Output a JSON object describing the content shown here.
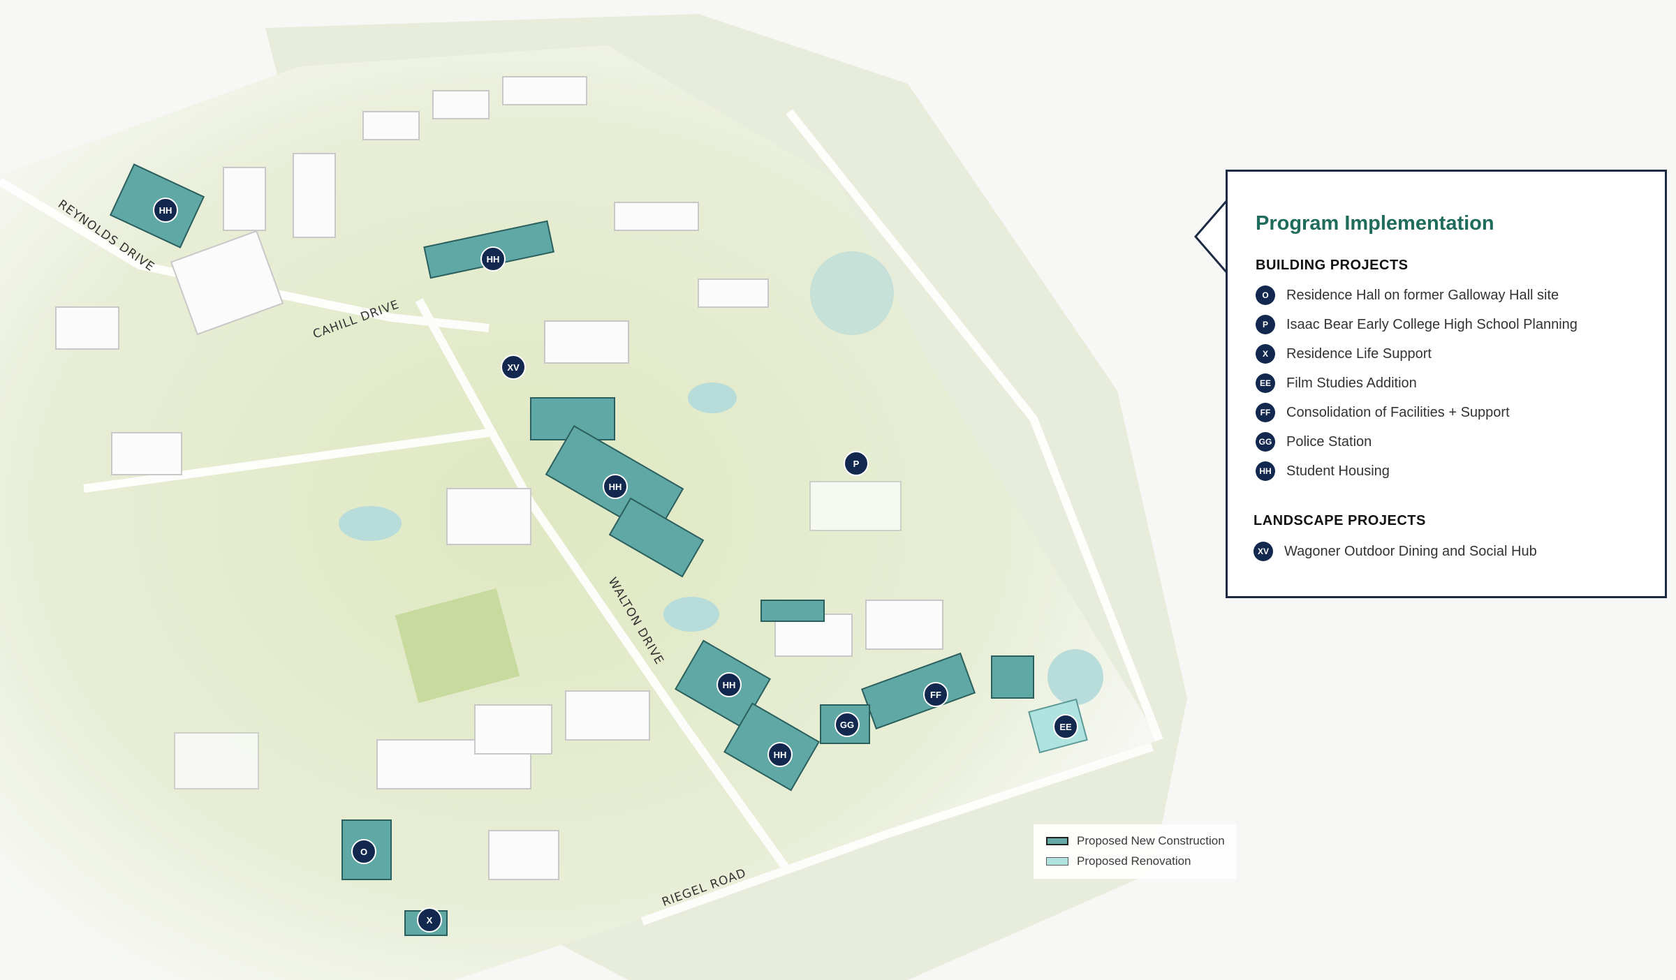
{
  "legend": {
    "title": "Program Implementation",
    "building_heading": "BUILDING PROJECTS",
    "building_items": [
      {
        "code": "O",
        "label": "Residence Hall on former Galloway Hall site"
      },
      {
        "code": "P",
        "label": "Isaac Bear Early College High School Planning"
      },
      {
        "code": "X",
        "label": "Residence Life Support"
      },
      {
        "code": "EE",
        "label": "Film Studies Addition"
      },
      {
        "code": "FF",
        "label": "Consolidation of Facilities + Support"
      },
      {
        "code": "GG",
        "label": "Police Station"
      },
      {
        "code": "HH",
        "label": "Student Housing"
      }
    ],
    "landscape_heading": "LANDSCAPE PROJECTS",
    "landscape_items": [
      {
        "code": "XV",
        "label": "Wagoner Outdoor Dining and Social Hub"
      }
    ]
  },
  "key": {
    "new_construction": "Proposed New Construction",
    "renovation": "Proposed Renovation",
    "new_color": "#5fa8a5",
    "renovation_color": "#aee3e0"
  },
  "roads": {
    "reynolds": "REYNOLDS DRIVE",
    "cahill": "CAHILL DRIVE",
    "walton": "WALTON DRIVE",
    "riegel": "RIEGEL ROAD"
  },
  "markers": [
    "HH",
    "HH",
    "XV",
    "P",
    "HH",
    "HH",
    "FF",
    "GG",
    "EE",
    "HH",
    "O",
    "X"
  ]
}
